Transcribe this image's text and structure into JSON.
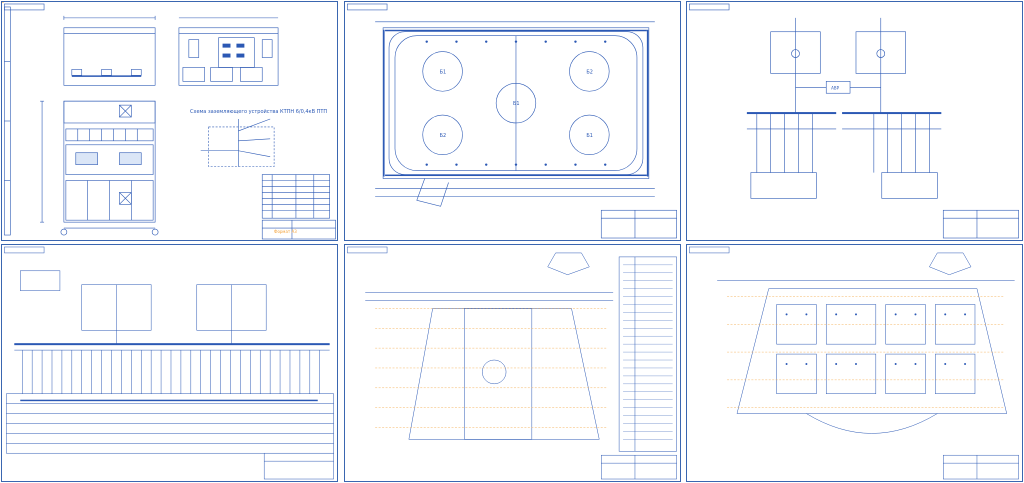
{
  "sheets": [
    {
      "id": "substation",
      "caption": "Схема заземляющего устройства КТПН 6/0,4кВ ПТП",
      "stamp_text": "Формат А3",
      "legend_rows": 7
    },
    {
      "id": "arena-plan",
      "zone_labels": [
        "Б1",
        "Б2",
        "Б1",
        "Б2",
        "Б1"
      ]
    },
    {
      "id": "single-line-1",
      "center_box_label": "АВР"
    },
    {
      "id": "single-line-2"
    },
    {
      "id": "floor-plan-1"
    },
    {
      "id": "floor-plan-2"
    }
  ],
  "colors": {
    "line": "#2b58b4",
    "accent": "#f3a23a",
    "background": "#ffffff"
  }
}
